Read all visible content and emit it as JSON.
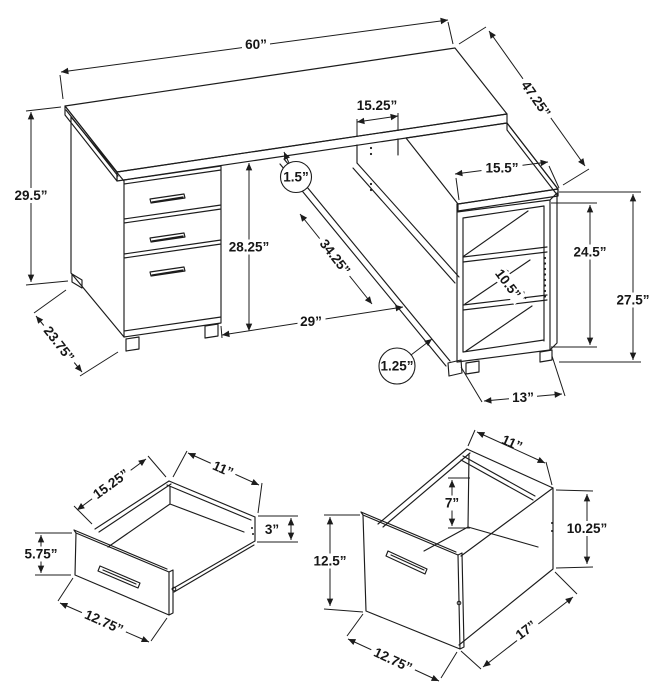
{
  "palette": {
    "line": "#1c1c1c",
    "background": "#ffffff",
    "text": "#161616"
  },
  "dims": {
    "desk": {
      "top_width": "60”",
      "return_depth": "47.25”",
      "overall_height": "29.5”",
      "pedestal_depth": "23.75”",
      "cubby_width": "15.25”",
      "top_thickness": "1.5”",
      "knee_clearance_height": "28.25”",
      "under_desk_diagonal": "34.25”",
      "knee_width": "29”",
      "return_top_width": "15.5”",
      "bookcase_opening_height": "24.5”",
      "bookcase_height": "27.5”",
      "shelf_depth": "10.5”",
      "bookcase_width": "13”",
      "panel_thickness": "1.25”"
    },
    "small_drawer": {
      "depth": "15.25”",
      "width": "11”",
      "side_height": "3”",
      "front_height": "5.75”",
      "front_width": "12.75”"
    },
    "file_drawer": {
      "width": "11”",
      "interior_height": "7”",
      "side_height": "10.25”",
      "front_height": "12.5”",
      "depth": "17”",
      "front_width": "12.75”"
    }
  }
}
